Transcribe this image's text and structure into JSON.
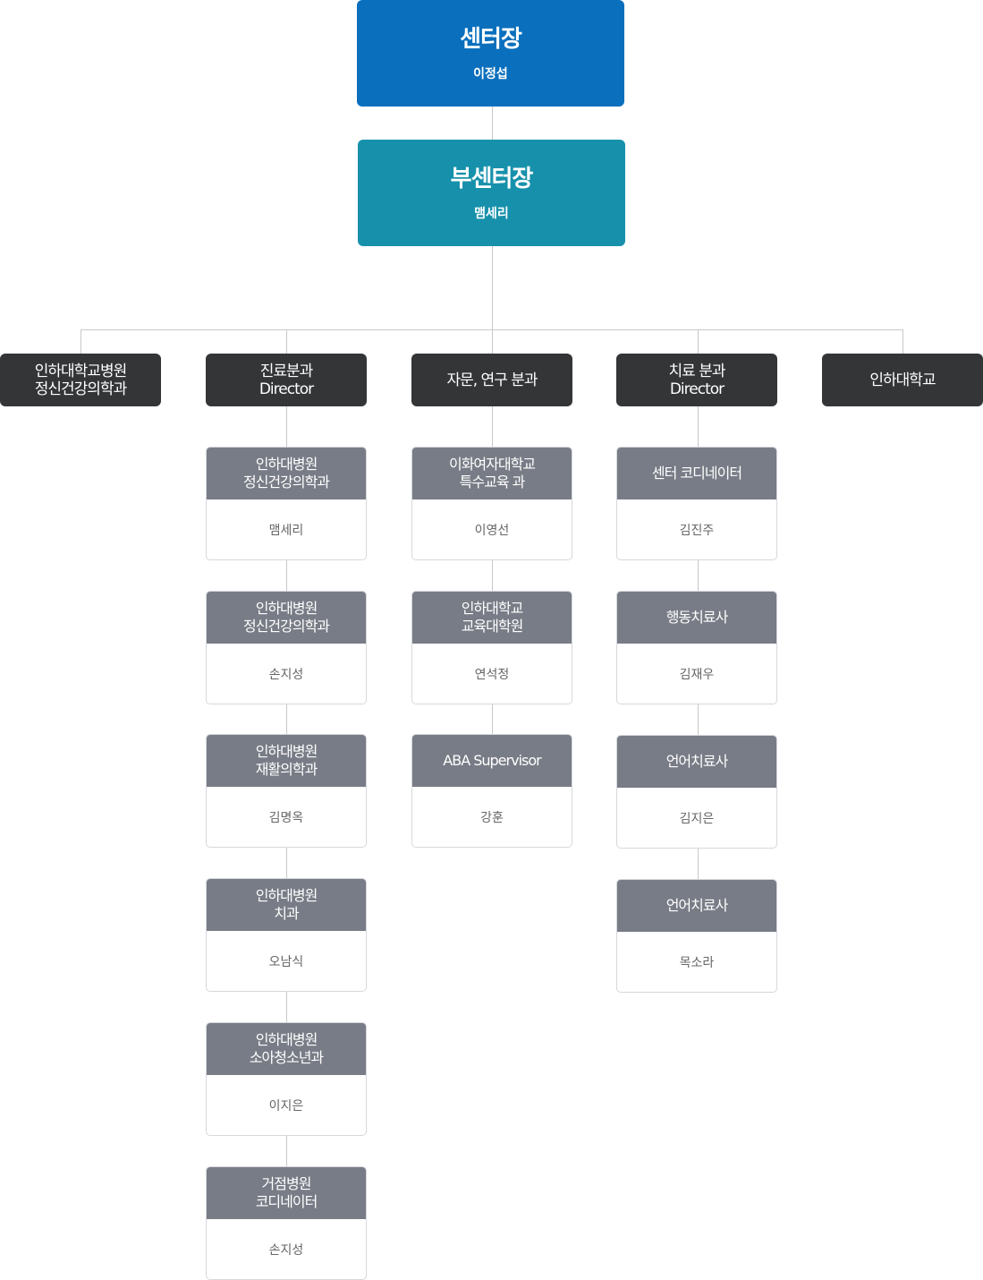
{
  "director": {
    "title": "센터장",
    "name": "이정섭"
  },
  "vice_director": {
    "title": "부센터장",
    "name": "맴세리"
  },
  "departments": [
    {
      "lines": [
        "인하대학교병원",
        "정신건강의학과"
      ]
    },
    {
      "lines": [
        "진료분과",
        "Director"
      ]
    },
    {
      "lines": [
        "자문, 연구 분과"
      ]
    },
    {
      "lines": [
        "치료 분과",
        "Director"
      ]
    },
    {
      "lines": [
        "인하대학교"
      ]
    }
  ],
  "columns": [
    {
      "members": [
        {
          "org": [
            "인하대병원",
            "정신건강의학과"
          ],
          "name": "맴세리"
        },
        {
          "org": [
            "인하대병원",
            "정신건강의학과"
          ],
          "name": "손지성"
        },
        {
          "org": [
            "인하대병원",
            "재활의학과"
          ],
          "name": "김명옥"
        },
        {
          "org": [
            "인하대병원",
            "치과"
          ],
          "name": "오남식"
        },
        {
          "org": [
            "인하대병원",
            "소아청소년과"
          ],
          "name": "이지은"
        },
        {
          "org": [
            "거점병원",
            "코디네이터"
          ],
          "name": "손지성"
        }
      ]
    },
    {
      "members": [
        {
          "org": [
            "이화여자대학교",
            "특수교육 과"
          ],
          "name": "이영선"
        },
        {
          "org": [
            "인하대학교",
            "교육대학원"
          ],
          "name": "연석정"
        },
        {
          "org": [
            "ABA Supervisor"
          ],
          "name": "강훈"
        }
      ]
    },
    {
      "members": [
        {
          "org": [
            "센터 코디네이터"
          ],
          "name": "김진주"
        },
        {
          "org": [
            "행동치료사"
          ],
          "name": "김재우"
        },
        {
          "org": [
            "언어치료사"
          ],
          "name": "김지은"
        },
        {
          "org": [
            "언어치료사"
          ],
          "name": "목소라"
        }
      ]
    }
  ]
}
